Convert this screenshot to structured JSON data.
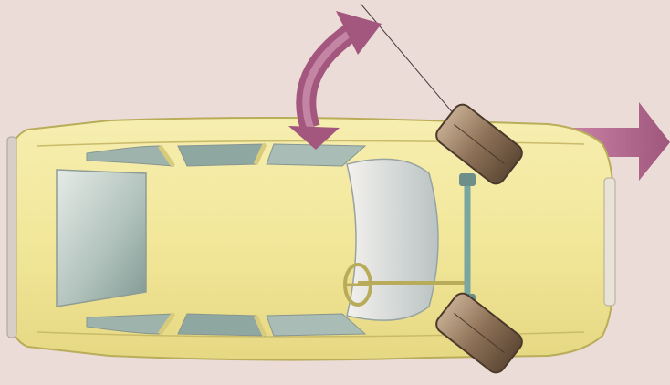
{
  "illustration": {
    "subject": "top-view-car-steering-illustration",
    "elements": [
      "car-body",
      "windshield",
      "rear-window",
      "side-windows",
      "steering-wheel",
      "steering-column",
      "front-wheel-left",
      "front-wheel-right",
      "curved-rotation-arrow",
      "straight-forward-arrow"
    ]
  },
  "colors": {
    "background": "#ecdcd8",
    "car_body": "#f2e79a",
    "car_outline": "#b9ad5a",
    "glass": "#9fb3ad",
    "glass_light": "#dfe6e2",
    "arrow": "#a3577e",
    "arrow_light": "#d9a3bd",
    "tire": "#8a6f55",
    "steering": "#7aa6a0"
  }
}
